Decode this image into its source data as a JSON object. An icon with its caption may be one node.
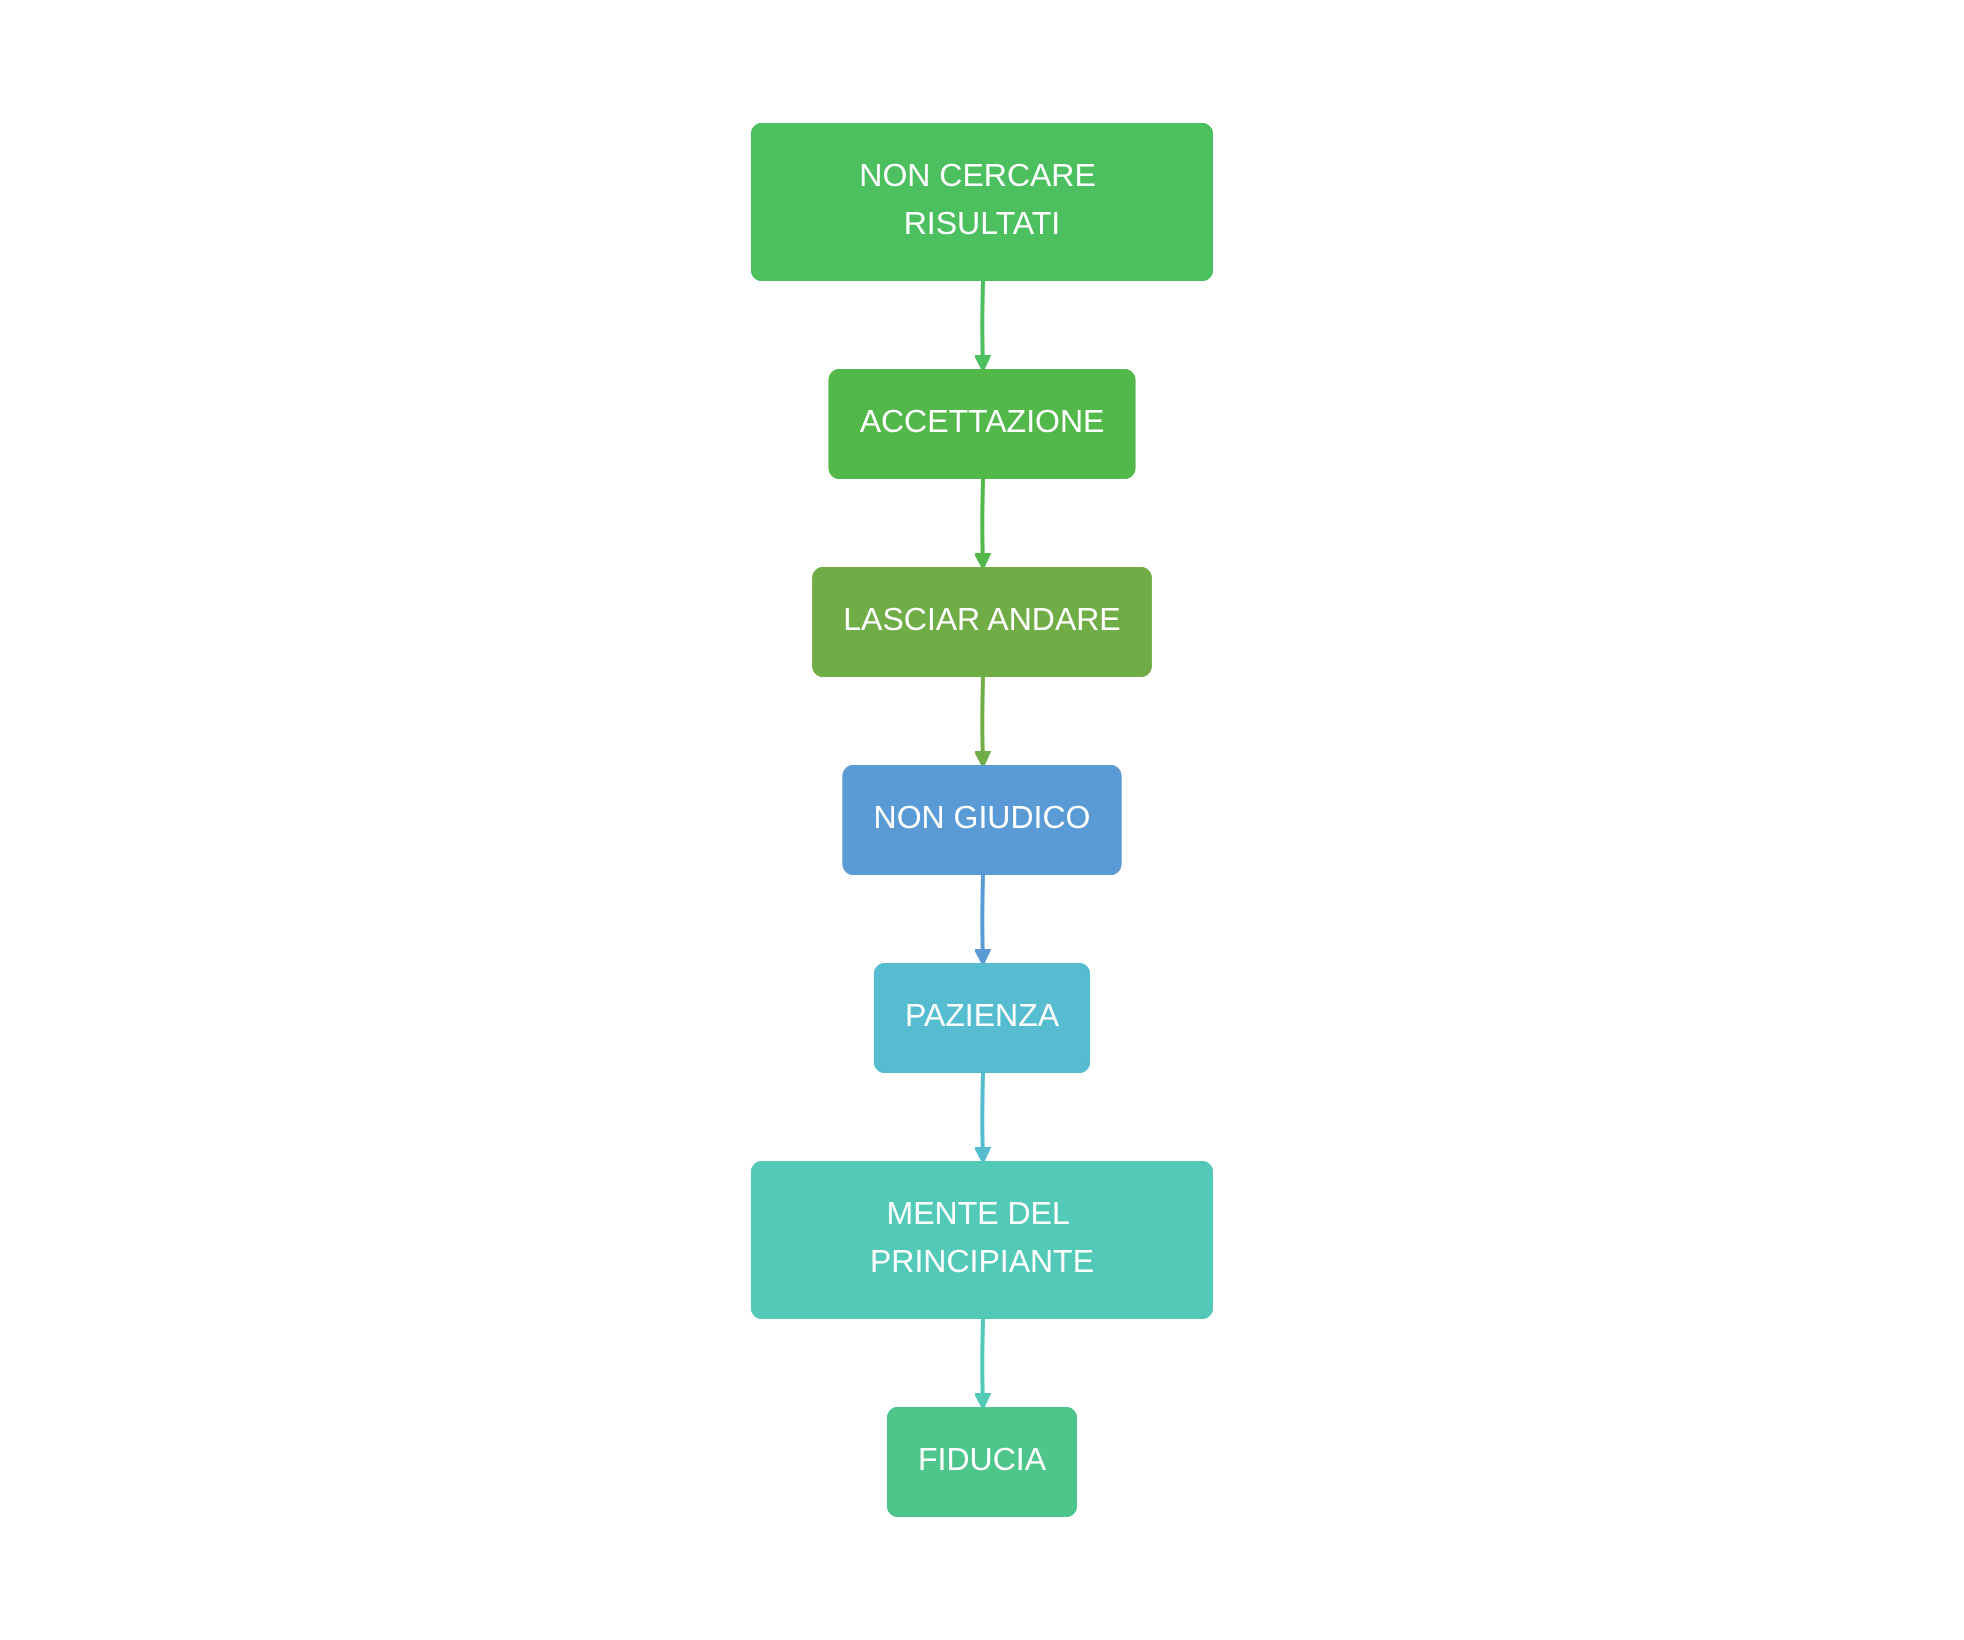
{
  "diagram": {
    "nodes": [
      {
        "text": [
          "NON GIUDICO"
        ]
      },
      {
        "text": [
          "PAZIENZA"
        ]
      },
      {
        "text": [
          "MENTE DEL PRINCIPIANTE"
        ]
      },
      {
        "text": [
          "FIDUCIA"
        ]
      },
      {
        "text": [
          "NON CERCARE RISULTATI"
        ]
      },
      {
        "text": [
          "ACCETTAZIONE"
        ]
      },
      {
        "text": [
          "LASCIAR ANDARE"
        ]
      }
    ],
    "edges": [
      {
        "from": 0,
        "to": 1,
        "arrow": "to",
        "color": "#5b9bd5"
      },
      {
        "from": 1,
        "to": 2,
        "arrow": "to",
        "color": "#56bccf"
      },
      {
        "from": 2,
        "to": 3,
        "arrow": "to",
        "color": "#53c9b7"
      },
      {
        "from": 4,
        "to": 5,
        "arrow": "to",
        "color": "#4cbf5f"
      },
      {
        "from": 5,
        "to": 6,
        "arrow": "to",
        "color": "#52b84a"
      },
      {
        "from": 6,
        "to": 0,
        "arrow": "to",
        "color": "#70ad47"
      }
    ]
  }
}
